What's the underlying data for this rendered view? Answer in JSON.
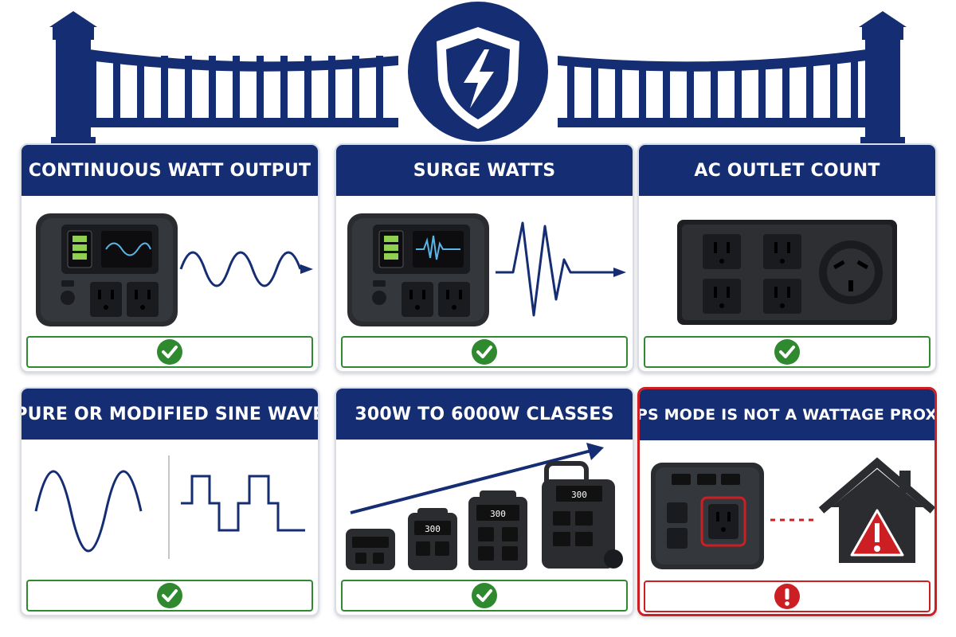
{
  "colors": {
    "navy": "#142d73",
    "check_green": "#2f8a2f",
    "warning_red": "#cc1f24",
    "device_black": "#2a2c30"
  },
  "cards": [
    {
      "title": "CONTINUOUS WATT OUTPUT",
      "status": "check"
    },
    {
      "title": "SURGE WATTS",
      "status": "check"
    },
    {
      "title": "AC OUTLET COUNT",
      "status": "check"
    },
    {
      "title": "PURE OR MODIFIED SINE WAVE",
      "status": "check"
    },
    {
      "title": "300W TO 6000W CLASSES",
      "status": "check",
      "display_labels": [
        "300",
        "300",
        "300"
      ]
    },
    {
      "title": "EPS MODE IS NOT A WATTAGE PROXY",
      "status": "warning"
    }
  ]
}
